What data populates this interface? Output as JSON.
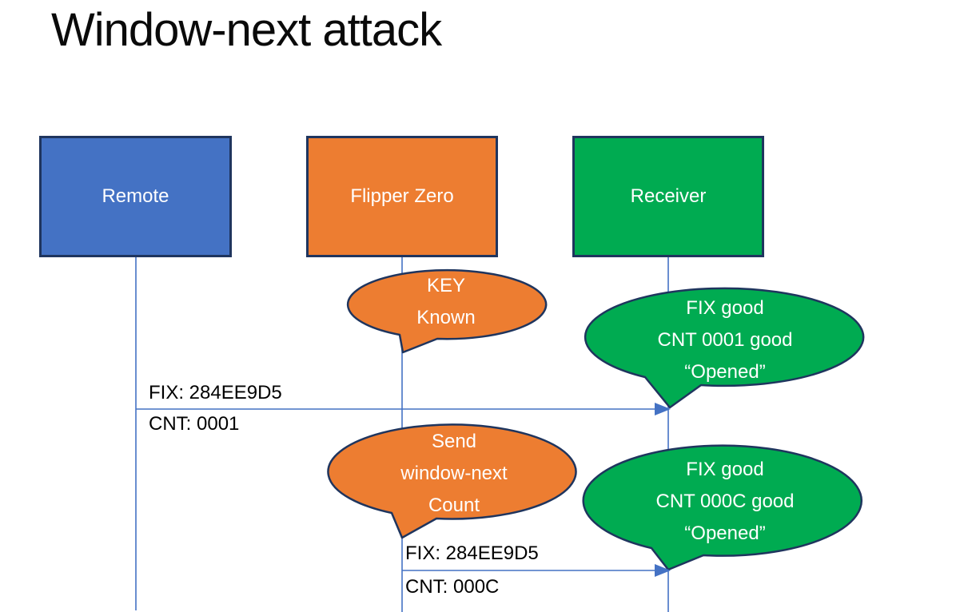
{
  "title": "Window-next attack",
  "colors": {
    "remote_fill": "#4472C4",
    "flipper_fill": "#ED7D31",
    "receiver_fill": "#00AB51",
    "shape_outline": "#1F355E",
    "connector_blue": "#4472C4",
    "text_on_shape": "#FFFFFF",
    "label_text": "#000000"
  },
  "actors": [
    {
      "id": "remote",
      "label": "Remote"
    },
    {
      "id": "flipper",
      "label": "Flipper Zero"
    },
    {
      "id": "receiver",
      "label": "Receiver"
    }
  ],
  "callouts": [
    {
      "id": "key-known",
      "speaker": "flipper",
      "color": "#ED7D31",
      "lines": [
        "KEY",
        "Known"
      ]
    },
    {
      "id": "opened-first",
      "speaker": "receiver",
      "color": "#00AB51",
      "lines": [
        "FIX good",
        "CNT 0001 good",
        "“Opened”"
      ]
    },
    {
      "id": "send-window-next",
      "speaker": "flipper",
      "color": "#ED7D31",
      "lines": [
        "Send",
        "window-next",
        "Count"
      ]
    },
    {
      "id": "opened-second",
      "speaker": "receiver",
      "color": "#00AB51",
      "lines": [
        "FIX good",
        "CNT 000C good",
        "“Opened”"
      ]
    }
  ],
  "messages": [
    {
      "id": "msg1",
      "from": "remote",
      "to": "receiver",
      "line1": "FIX: 284EE9D5",
      "line2": "CNT: 0001"
    },
    {
      "id": "msg2",
      "from": "flipper",
      "to": "receiver",
      "line1": "FIX: 284EE9D5",
      "line2": "CNT: 000C"
    }
  ]
}
